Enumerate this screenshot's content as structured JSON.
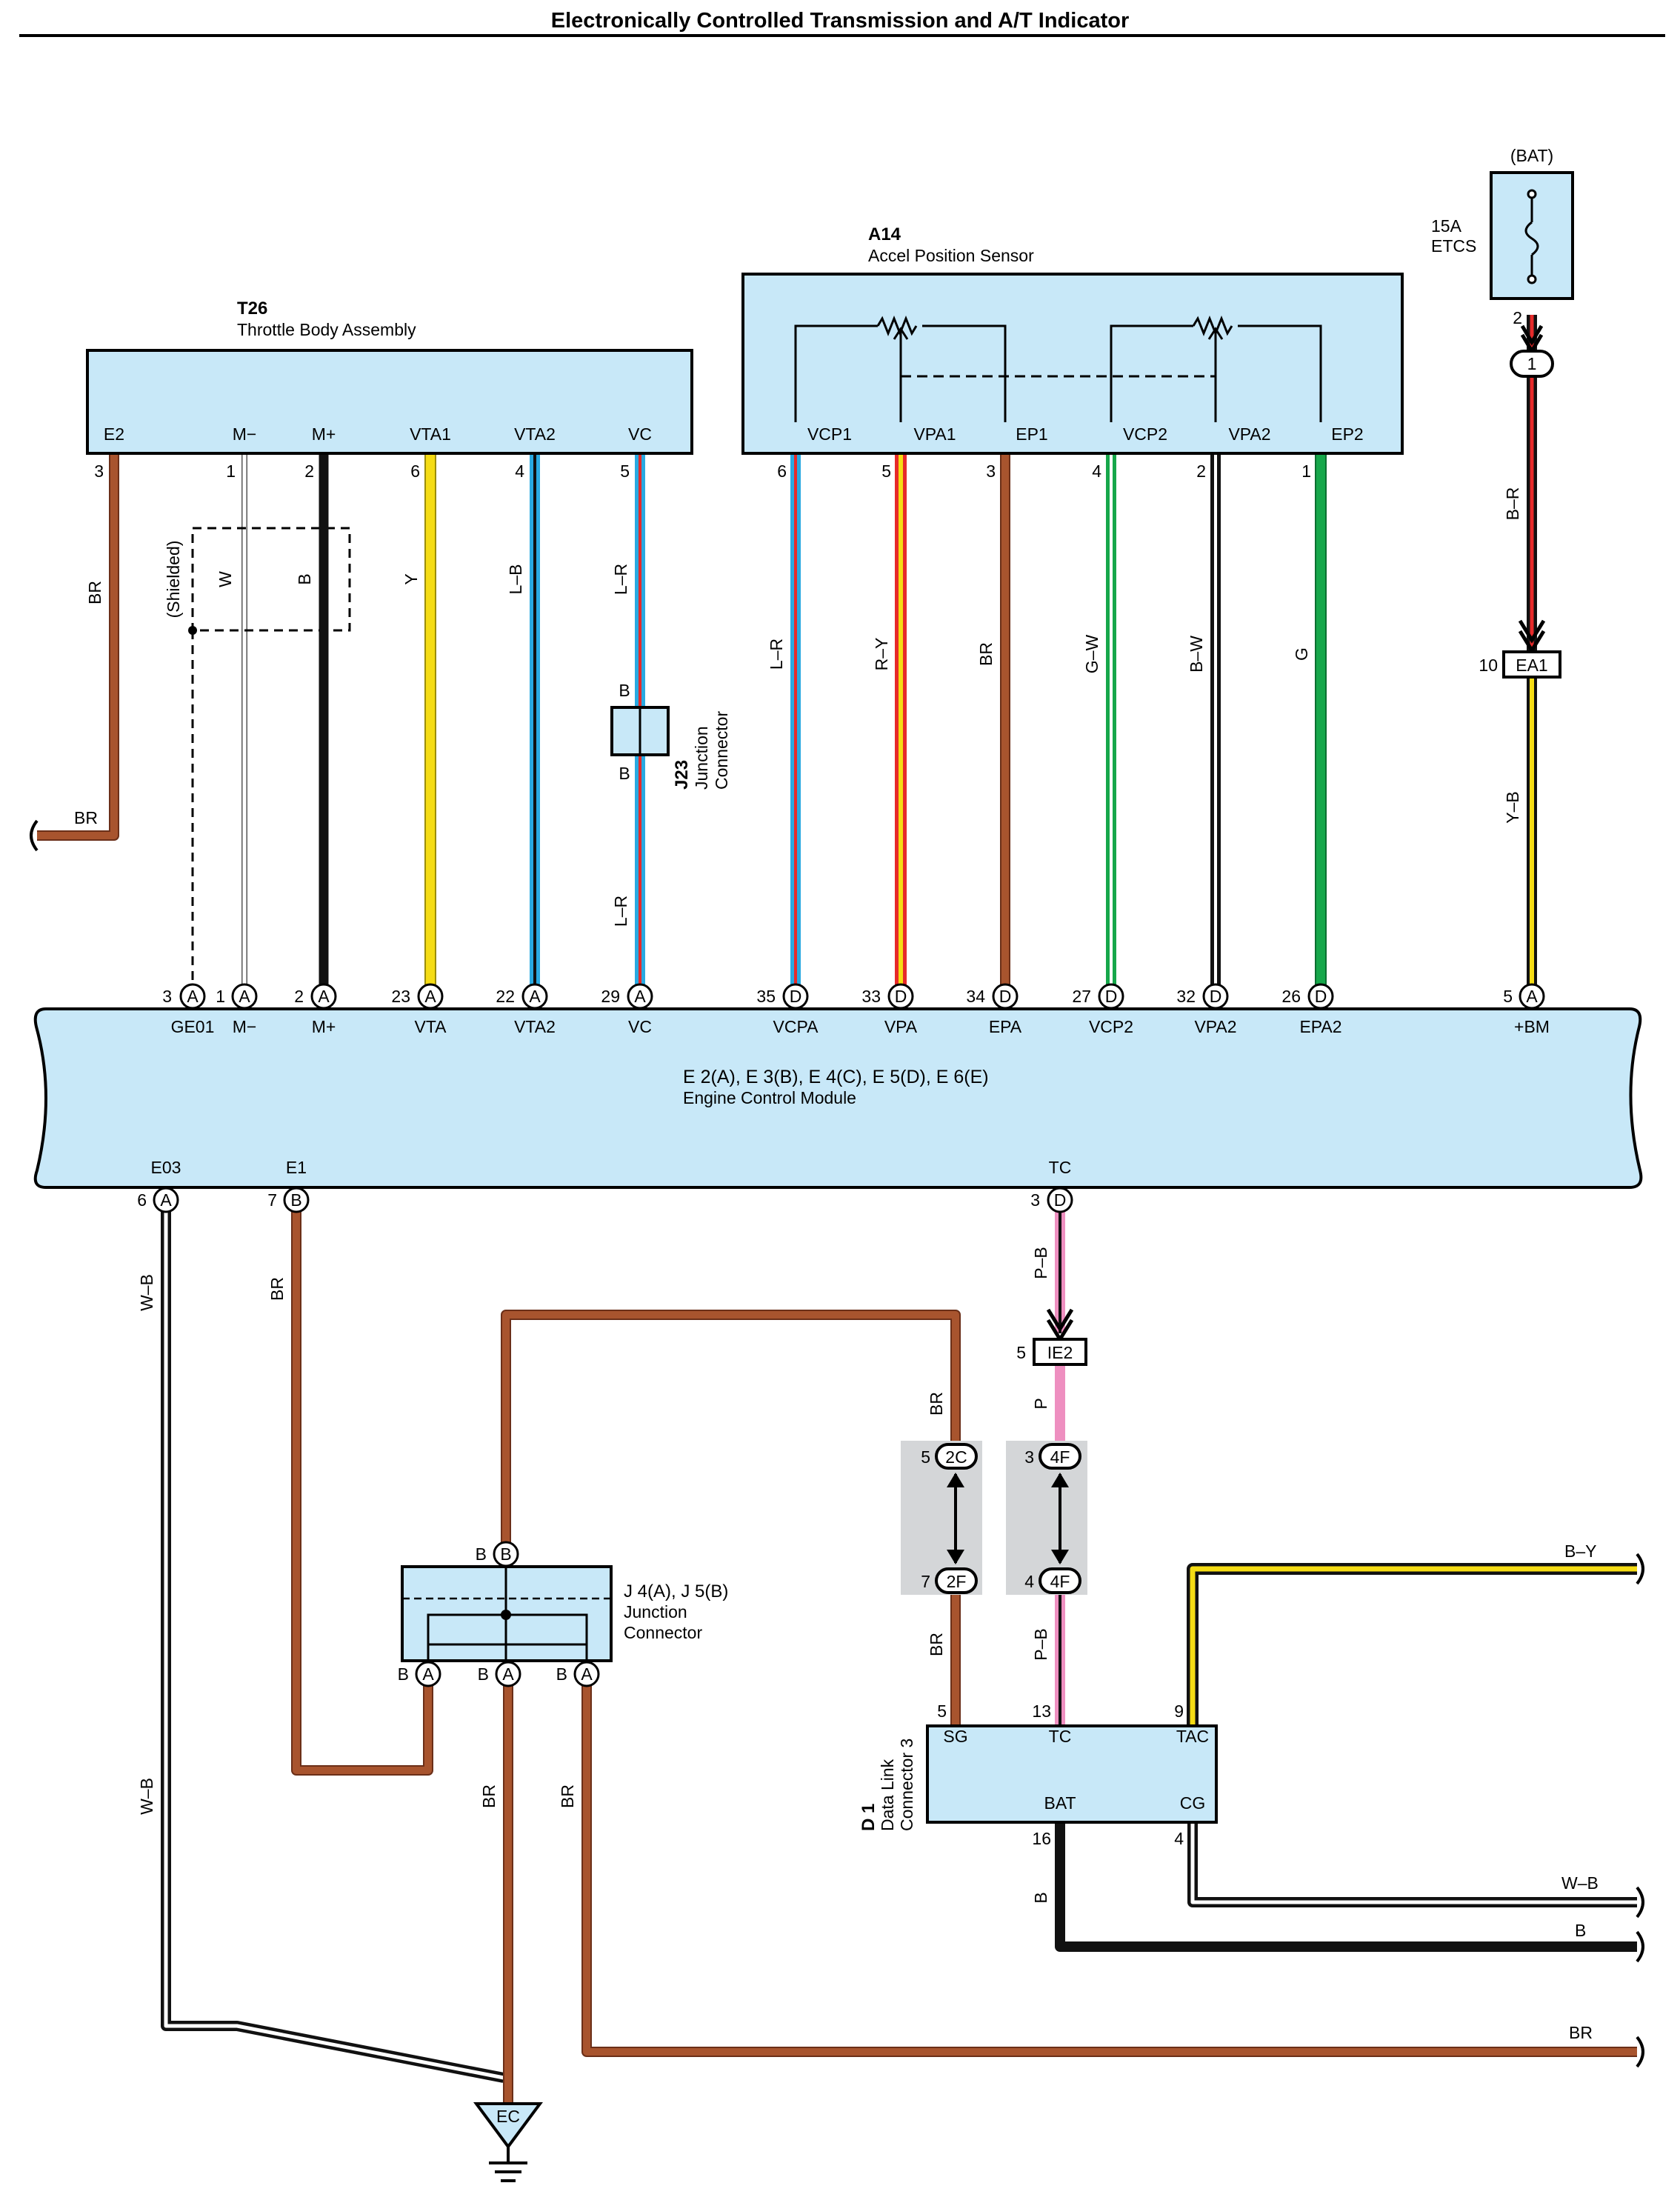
{
  "page_title": "Electronically Controlled Transmission and A/T Indicator",
  "components": {
    "t26": {
      "code": "T26",
      "name": "Throttle Body Assembly",
      "terminals": [
        {
          "label": "E2",
          "pin": "3"
        },
        {
          "label": "M−",
          "pin": "1"
        },
        {
          "label": "M+",
          "pin": "2"
        },
        {
          "label": "VTA1",
          "pin": "6"
        },
        {
          "label": "VTA2",
          "pin": "4"
        },
        {
          "label": "VC",
          "pin": "5"
        }
      ]
    },
    "a14": {
      "code": "A14",
      "name": "Accel Position Sensor",
      "terminals": [
        {
          "label": "VCP1",
          "pin": "6"
        },
        {
          "label": "VPA1",
          "pin": "5"
        },
        {
          "label": "EP1",
          "pin": "3"
        },
        {
          "label": "VCP2",
          "pin": "4"
        },
        {
          "label": "VPA2",
          "pin": "2"
        },
        {
          "label": "EP2",
          "pin": "1"
        }
      ]
    },
    "fuse": {
      "supply": "(BAT)",
      "rating": "15A",
      "name": "ETCS",
      "pin": "2"
    },
    "j23": {
      "code": "J23",
      "line1": "Junction",
      "line2": "Connector",
      "pin_top": "B",
      "pin_bottom": "B"
    },
    "ecm": {
      "codes": "E 2(A), E 3(B), E 4(C), E 5(D), E 6(E)",
      "name": "Engine Control Module",
      "top_pins": [
        {
          "pin": "3",
          "conn": "A",
          "label": "GE01"
        },
        {
          "pin": "1",
          "conn": "A",
          "label": "M−"
        },
        {
          "pin": "2",
          "conn": "A",
          "label": "M+"
        },
        {
          "pin": "23",
          "conn": "A",
          "label": "VTA"
        },
        {
          "pin": "22",
          "conn": "A",
          "label": "VTA2"
        },
        {
          "pin": "29",
          "conn": "A",
          "label": "VC"
        },
        {
          "pin": "35",
          "conn": "D",
          "label": "VCPA"
        },
        {
          "pin": "33",
          "conn": "D",
          "label": "VPA"
        },
        {
          "pin": "34",
          "conn": "D",
          "label": "EPA"
        },
        {
          "pin": "27",
          "conn": "D",
          "label": "VCP2"
        },
        {
          "pin": "32",
          "conn": "D",
          "label": "VPA2"
        },
        {
          "pin": "26",
          "conn": "D",
          "label": "EPA2"
        },
        {
          "pin": "5",
          "conn": "A",
          "label": "+BM"
        }
      ],
      "bottom_pins": [
        {
          "pin": "6",
          "conn": "A",
          "label": "E03"
        },
        {
          "pin": "7",
          "conn": "B",
          "label": "E1"
        },
        {
          "pin": "3",
          "conn": "D",
          "label": "TC"
        }
      ]
    },
    "j45": {
      "codes": "J 4(A), J 5(B)",
      "line1": "Junction",
      "line2": "Connector",
      "top": {
        "pin": "B",
        "conn": "B"
      },
      "bottom": [
        {
          "pin": "B",
          "conn": "A"
        },
        {
          "pin": "B",
          "conn": "A"
        },
        {
          "pin": "B",
          "conn": "A"
        }
      ]
    },
    "d1": {
      "code": "D 1",
      "line1": "Data Link",
      "line2": "Connector 3",
      "terminals": [
        {
          "label": "SG",
          "pin": "5"
        },
        {
          "label": "TC",
          "pin": "13"
        },
        {
          "label": "TAC",
          "pin": "9"
        },
        {
          "label": "BAT",
          "pin": "16"
        },
        {
          "label": "CG",
          "pin": "4"
        }
      ]
    },
    "ground": {
      "label": "EC"
    }
  },
  "connectors": {
    "c1": {
      "id": "1"
    },
    "ea1": {
      "id": "EA1",
      "pin": "10"
    },
    "ie2": {
      "id": "IE2",
      "pin": "5"
    },
    "c2c": {
      "id": "2C",
      "pin": "5"
    },
    "c2f": {
      "id": "2F",
      "pin": "7"
    },
    "c4f_top": {
      "id": "4F",
      "pin": "3"
    },
    "c4f_bottom": {
      "id": "4F",
      "pin": "4"
    }
  },
  "wire_labels": {
    "br_e2": "BR",
    "br_e2_exit": "BR",
    "shielded": "(Shielded)",
    "w": "W",
    "b_mplus": "B",
    "y": "Y",
    "lb": "L–B",
    "lr_top": "L–R",
    "lr_bottom": "L–R",
    "lr_vcpa": "L–R",
    "ry": "R–Y",
    "br_epa": "BR",
    "gw": "G–W",
    "bw": "B–W",
    "g": "G",
    "br_fuse": "B–R",
    "yb": "Y–B",
    "wb_left_top": "W–B",
    "wb_left_bottom": "W–B",
    "br_e1": "BR",
    "br_j_mid": "BR",
    "br_j_right": "BR",
    "br_2c": "BR",
    "br_sg": "BR",
    "pb_top": "P–B",
    "p": "P",
    "pb_bottom": "P–B",
    "by": "B–Y",
    "wb_right": "W–B",
    "b_right": "B",
    "b_bat": "B",
    "br_right": "BR"
  },
  "wire_colors": {
    "BR": "#a8542e",
    "B": "#111111",
    "Y": "#f5dc14",
    "L": "#29a9e1",
    "R": "#e62a2a",
    "G": "#16a74a",
    "P": "#ee8fc0",
    "W": "#ffffff"
  }
}
